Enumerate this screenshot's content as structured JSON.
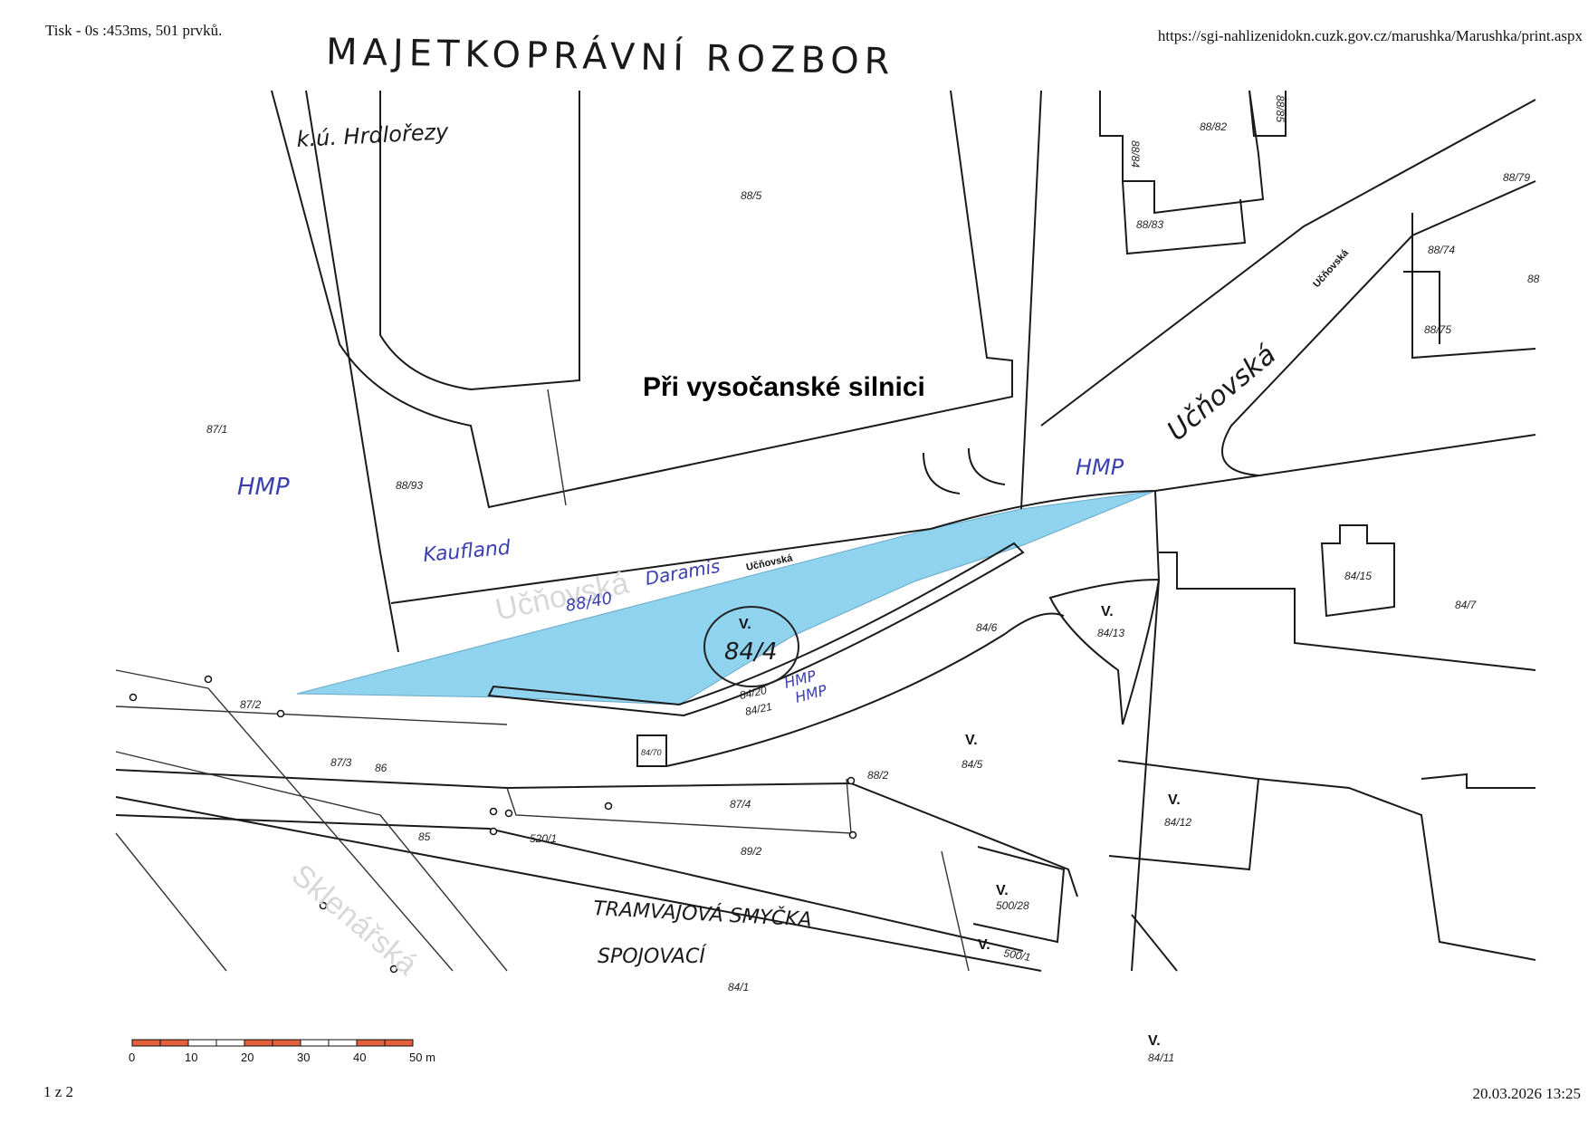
{
  "print_header": {
    "left": "Tisk - 0s :453ms, 501 prvků.",
    "right": "https://sgi-nahlizenidokn.cuzk.gov.cz/marushka/Marushka/print.aspx"
  },
  "print_footer": {
    "page": "1 z 2",
    "datetime": "20.03.2026 13:25"
  },
  "handwritten": {
    "title": "MAJETKOPRÁVNÍ ROZBOR",
    "cadastral_area": "k.ú. Hrdlořezy",
    "owner_hmp_1": "HMP",
    "owner_hmp_2": "HMP",
    "owner_hmp_3": "HMP",
    "owner_hmp_4": "HMP",
    "owner_kaufland": "Kaufland",
    "owner_daramis": "Daramis",
    "parcel_circled": "84/4",
    "parcel_88_40": "88/40",
    "street_ucnovska": "Učňovská",
    "tram_loop_1": "TRAMVAJOVÁ SMYČKA",
    "tram_loop_2": "SPOJOVACÍ"
  },
  "map": {
    "highlight_color": "#8fd3ef",
    "street_labels": {
      "main": "Při vysočanské silnici",
      "ucnovska_1": "Učňovská",
      "ucnovska_2": "Učňovská",
      "ucnovska_ghost": "Učňovská",
      "sklenarska_ghost": "Sklenářská"
    },
    "parcels": {
      "p88_5": "88/5",
      "p88_82": "88/82",
      "p88_85": "88/85",
      "p88_84": "88/84",
      "p88_83": "88/83",
      "p88_79": "88/79",
      "p88_74": "88/74",
      "p88_75": "88/75",
      "p88_cut": "88",
      "p87_1": "87/1",
      "p88_93": "88/93",
      "p84_6": "84/6",
      "p84_13": "84/13",
      "p84_15": "84/15",
      "p84_7": "84/7",
      "p87_2": "87/2",
      "p84_20": "84/20",
      "p84_21": "84/21",
      "p84_70": "84/70",
      "p87_3": "87/3",
      "p86": "86",
      "p84_5": "84/5",
      "p88_2": "88/2",
      "p87_4": "87/4",
      "p85": "85",
      "p520_1": "520/1",
      "p89_2": "89/2",
      "p84_12": "84/12",
      "p500_28": "500/28",
      "p500_1": "500/1",
      "p84_1": "84/1",
      "p84_11": "84/11"
    },
    "scale_bar": {
      "labels": [
        "0",
        "10",
        "20",
        "30",
        "40",
        "50 m"
      ],
      "colors": [
        "#e2603a",
        "#ffffff"
      ]
    }
  }
}
